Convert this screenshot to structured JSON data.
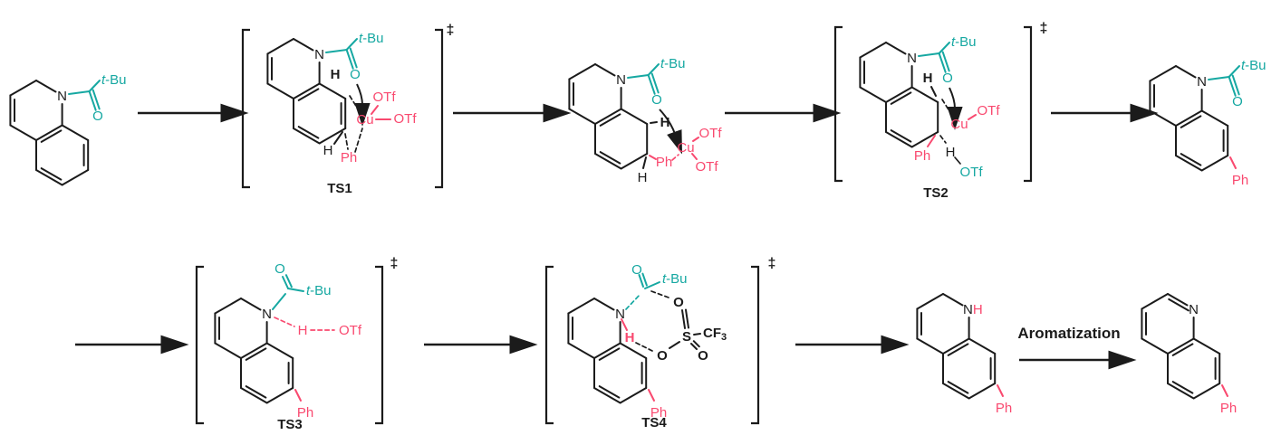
{
  "colors": {
    "teal": "#16a8a2",
    "pink": "#f9496f",
    "black": "#1b1b1b",
    "background": "#ffffff"
  },
  "labels": {
    "N": "N",
    "O": "O",
    "H": "H",
    "Cu": "Cu",
    "OTf": "OTf",
    "Ph": "Ph",
    "S": "S",
    "CF": "CF",
    "three": "3",
    "t": "t",
    "Bu": "-Bu",
    "ddagger": "‡",
    "TS1": "TS1",
    "TS2": "TS2",
    "TS3": "TS3",
    "TS4": "TS4",
    "aromatization": "Aromatization"
  }
}
